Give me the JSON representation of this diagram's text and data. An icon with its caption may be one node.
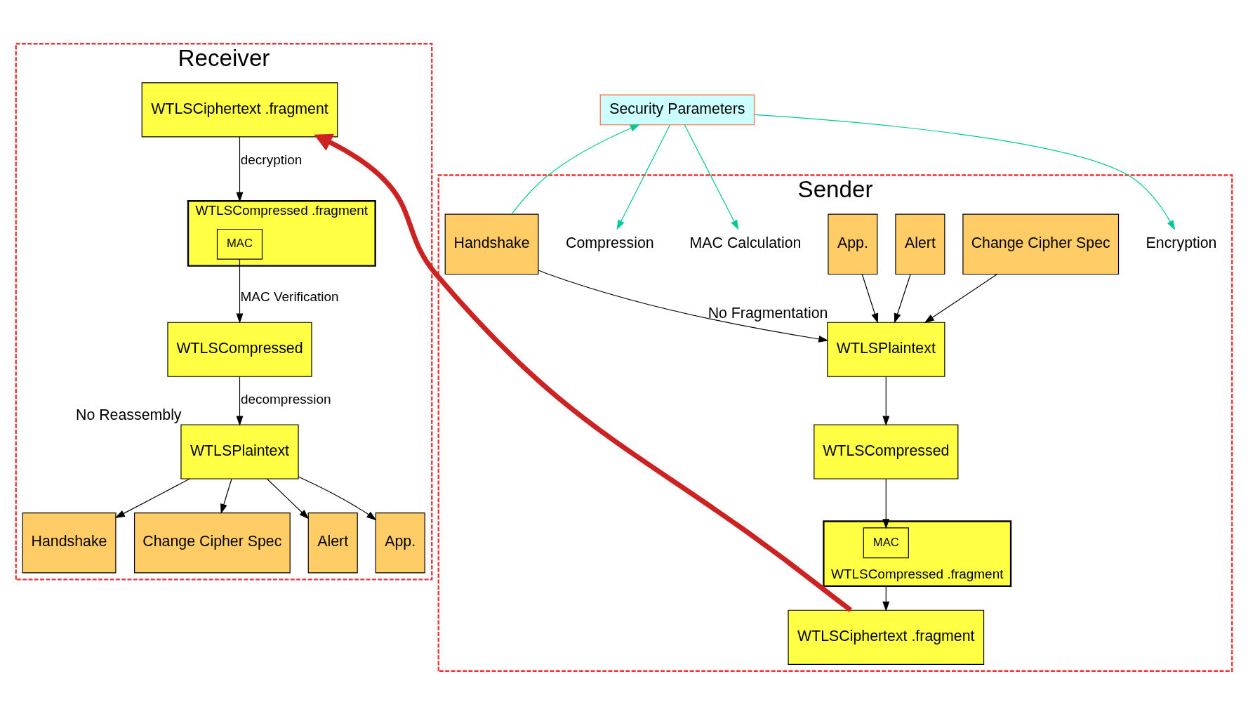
{
  "diagram": {
    "nodes": [
      {
        "text": [
          "Sender"
        ]
      },
      {
        "text": [
          "Handshake"
        ],
        "in": 0
      },
      {
        "text": [
          "Change Cipher Spec"
        ],
        "in": 0
      },
      {
        "text": [
          "Alert"
        ],
        "in": 0
      },
      {
        "text": [
          "App."
        ],
        "in": 0
      },
      {
        "text": [
          "WTLSPlaintext"
        ],
        "in": 0,
        "beside": [
          "No Fragmentation"
        ]
      },
      {
        "text": [
          "WTLSCompressed"
        ],
        "in": 0
      },
      {
        "text": [
          "WTLSCompressed .fragment"
        ],
        "in": 0
      },
      {
        "text": [
          "MAC"
        ],
        "in": 7
      },
      {
        "text": [
          "WTLSCiphertext .fragment"
        ],
        "in": 0
      },
      {
        "text": [
          "Receiver"
        ]
      },
      {
        "text": [
          "Handshake"
        ],
        "in": 10
      },
      {
        "text": [
          "Change Cipher Spec"
        ],
        "in": 10
      },
      {
        "text": [
          "Alert"
        ],
        "in": 10
      },
      {
        "text": [
          "App."
        ],
        "in": 10
      },
      {
        "text": [
          "WTLSPlaintext"
        ],
        "in": 10,
        "beside": [
          "No Reassembly"
        ]
      },
      {
        "text": [
          "WTLSCompressed"
        ],
        "in": 10
      },
      {
        "text": [
          "WTLSCompressed .fragment"
        ],
        "in": 10
      },
      {
        "text": [
          "MAC"
        ],
        "in": 17
      },
      {
        "text": [
          "WTLSCiphertext .fragment"
        ],
        "in": 10
      },
      {
        "text": [
          "Security Parameters"
        ]
      },
      {
        "text": [
          "Compression"
        ],
        "in": 0
      },
      {
        "text": [
          "MAC Calculation"
        ],
        "in": 0
      },
      {
        "text": [
          "Encryption"
        ],
        "in": 0
      }
    ],
    "edges": [
      {
        "from": 1,
        "to": 5,
        "arrow": "to"
      },
      {
        "from": 2,
        "to": 5,
        "arrow": "to"
      },
      {
        "from": 3,
        "to": 5,
        "arrow": "to"
      },
      {
        "from": 4,
        "to": 5,
        "arrow": "to"
      },
      {
        "from": 5,
        "to": 6,
        "arrow": "to"
      },
      {
        "from": 6,
        "to": 8,
        "arrow": "to"
      },
      {
        "from": 7,
        "to": 9,
        "arrow": "to"
      },
      {
        "from": 9,
        "to": 19,
        "arrow": "to",
        "style": "thick",
        "color": "#cc2222"
      },
      {
        "from": 19,
        "to": 17,
        "arrow": "to",
        "label": "decryption"
      },
      {
        "from": 18,
        "to": 16,
        "arrow": "to",
        "label": "MAC Verification"
      },
      {
        "from": 16,
        "to": 15,
        "arrow": "to",
        "label": "decompression"
      },
      {
        "from": 15,
        "to": 11,
        "arrow": "to"
      },
      {
        "from": 15,
        "to": 12,
        "arrow": "to"
      },
      {
        "from": 15,
        "to": 13,
        "arrow": "to"
      },
      {
        "from": 15,
        "to": 14,
        "arrow": "to"
      },
      {
        "from": 1,
        "to": 20,
        "arrow": "to",
        "color": "#00c896"
      },
      {
        "from": 20,
        "to": 21,
        "arrow": "to",
        "color": "#00c896"
      },
      {
        "from": 20,
        "to": 22,
        "arrow": "to",
        "color": "#00c896"
      },
      {
        "from": 20,
        "to": 23,
        "arrow": "to",
        "color": "#00c896"
      }
    ]
  }
}
